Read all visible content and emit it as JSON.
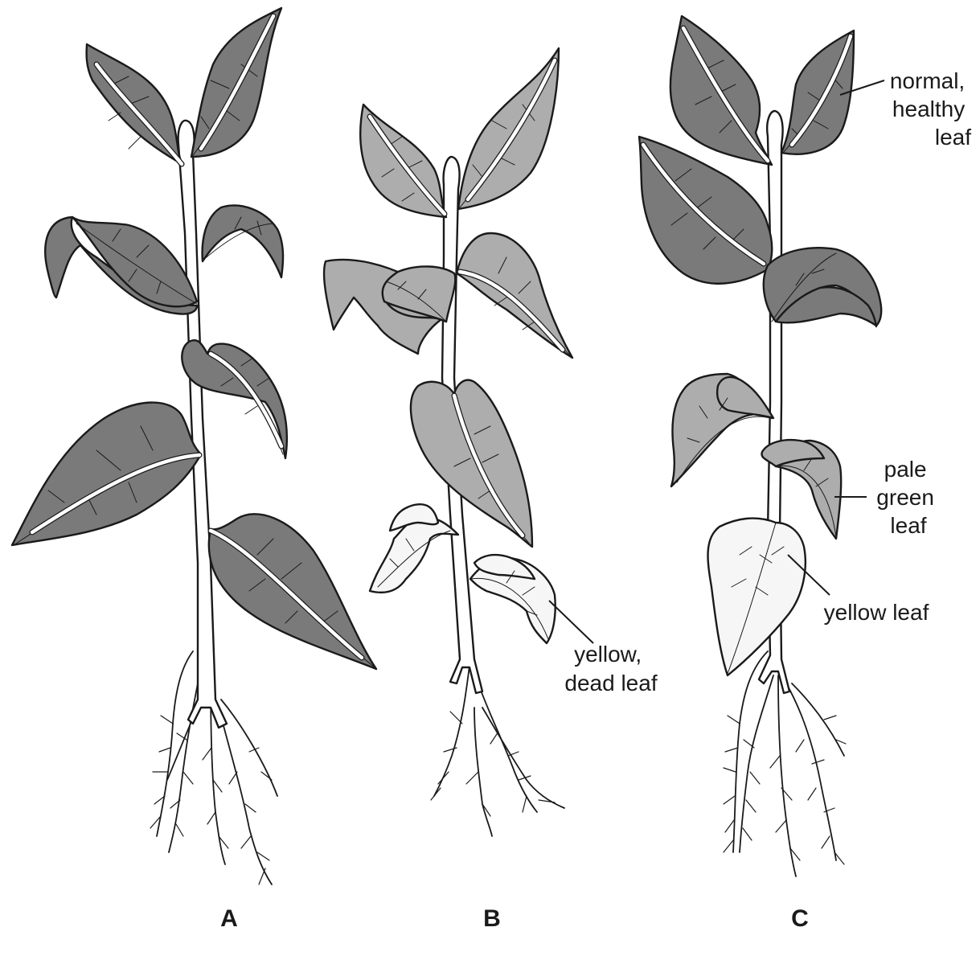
{
  "colors": {
    "healthy": "#7a7a7a",
    "pale": "#adadad",
    "yellow": "#f6f6f6",
    "outline": "#1a1a1a"
  },
  "plants": [
    {
      "label": "A"
    },
    {
      "label": "B"
    },
    {
      "label": "C"
    }
  ],
  "annotations": {
    "yellow_dead": [
      "yellow,",
      "dead leaf"
    ],
    "healthy": [
      "normal,",
      "healthy",
      "leaf"
    ],
    "pale": [
      "pale",
      "green",
      "leaf"
    ],
    "yellow": "yellow leaf"
  }
}
